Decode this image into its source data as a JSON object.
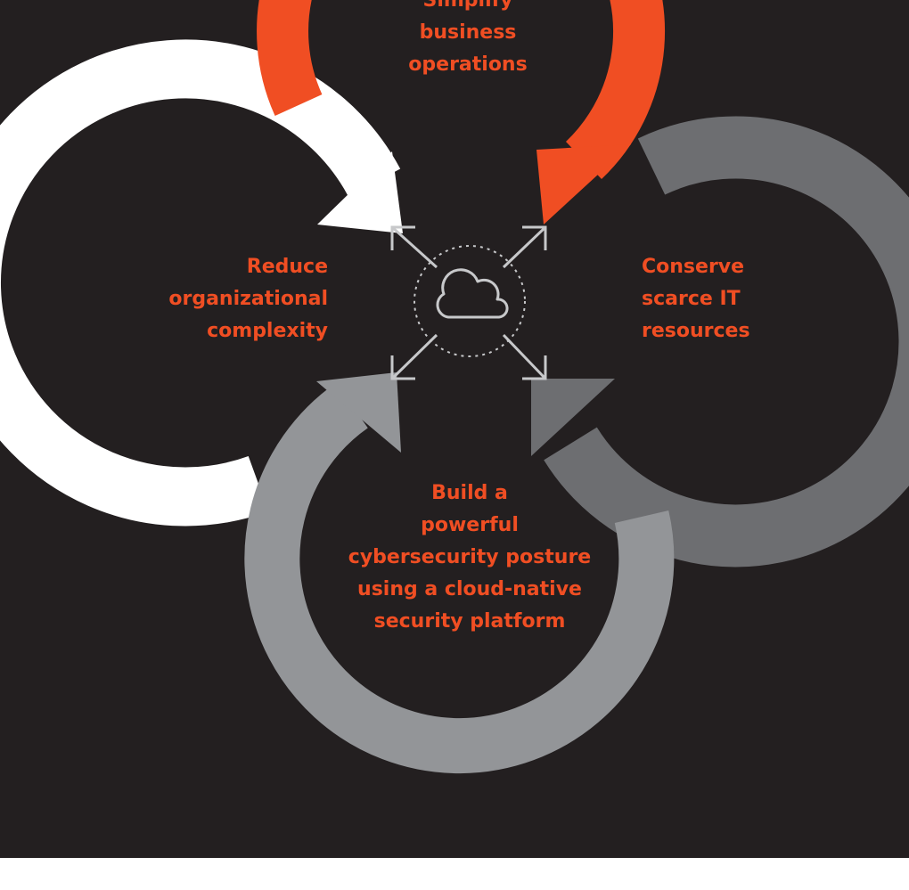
{
  "colors": {
    "background": "#231f20",
    "accent": "#f04e23",
    "white_arrow": "#ffffff",
    "dark_gray_arrow": "#6d6e71",
    "light_gray_arrow": "#939598",
    "center_icon": "#c7c8ca"
  },
  "labels": {
    "top": [
      "Simplify",
      "business",
      "operations"
    ],
    "left": [
      "Reduce",
      "organizational",
      "complexity"
    ],
    "right": [
      "Conserve",
      "scarce IT",
      "resources"
    ],
    "bottom": [
      "Build a",
      "powerful",
      "cybersecurity posture",
      "using a cloud-native",
      "security platform"
    ]
  },
  "center": {
    "icon": "cloud-icon",
    "arrows": [
      "arrow-up-left",
      "arrow-up-right",
      "arrow-down-left",
      "arrow-down-right"
    ]
  }
}
